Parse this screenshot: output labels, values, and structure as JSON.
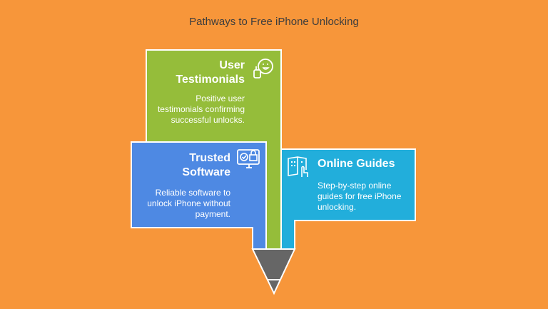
{
  "title": "Pathways to Free iPhone Unlocking",
  "cards": [
    {
      "heading": "User Testimonials",
      "description": "Positive user testimonials confirming successful unlocks.",
      "color": "#95BD3A",
      "icon": "thumbs-up-smile-icon"
    },
    {
      "heading": "Trusted Software",
      "description": "Reliable software to unlock iPhone without payment.",
      "color": "#4E89E3",
      "icon": "monitor-lock-icon"
    },
    {
      "heading": "Online Guides",
      "description": "Step-by-step online guides for free iPhone unlocking.",
      "color": "#22AEDB",
      "icon": "guide-book-icon"
    }
  ]
}
